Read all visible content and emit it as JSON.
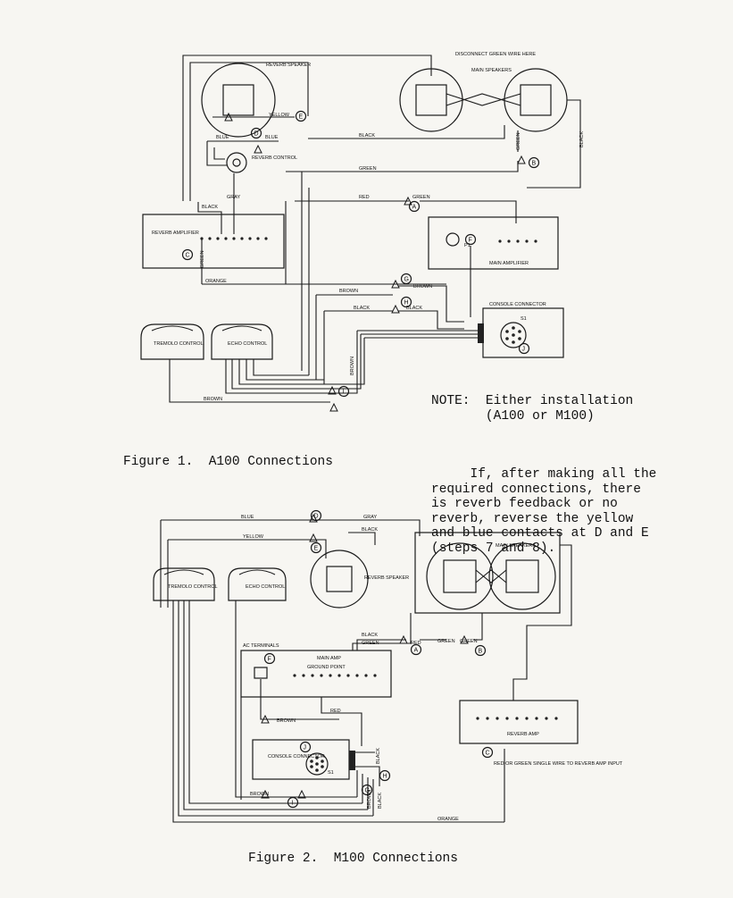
{
  "figure1": {
    "caption": "Figure 1.  A100 Connections",
    "labels": {
      "reverb_speaker": "REVERB SPEAKER",
      "yellow": "YELLOW",
      "blue1": "BLUE",
      "blue2": "BLUE",
      "reverb_control": "REVERB CONTROL",
      "black1": "BLACK",
      "gray": "GRAY",
      "reverb_amplifier": "REVERB AMPLIFIER",
      "green_v": "GREEN",
      "orange": "ORANGE",
      "black_top": "BLACK",
      "green_mid": "GREEN",
      "red": "RED",
      "green_a": "GREEN",
      "disconnect": "DISCONNECT GREEN WIRE HERE",
      "main_speakers": "MAIN SPEAKERS",
      "green_b": "GREEN",
      "black_b": "BLACK",
      "main_amplifier": "MAIN AMPLIFIER",
      "brown1": "BROWN",
      "brown2": "BROWN",
      "black_h1": "BLACK",
      "black_h2": "BLACK",
      "console_connector": "CONSOLE CONNECTOR",
      "s1": "S1",
      "tremolo_control": "TREMOLO CONTROL",
      "echo_control": "ECHO CONTROL",
      "brown_bottom": "BROWN",
      "brown_vert": "BROWN",
      "p1": "P1"
    },
    "markers": [
      "A",
      "B",
      "C",
      "D",
      "E",
      "F",
      "G",
      "H",
      "I",
      "J"
    ]
  },
  "figure2": {
    "caption": "Figure 2.  M100 Connections",
    "labels": {
      "blue": "BLUE",
      "gray": "GRAY",
      "yellow": "YELLOW",
      "black": "BLACK",
      "reverb_speaker": "REVERB SPEAKER",
      "main_speakers": "MAIN SPEAKERS",
      "tremolo_control": "TREMOLO CONTROL",
      "echo_control": "ECHO CONTROL",
      "ac_terminals": "AC TERMINALS",
      "main_amp": "MAIN AMP",
      "ground_point": "GROUND POINT",
      "black2": "BLACK",
      "green": "GREEN",
      "red": "RED",
      "green_b1": "GREEN",
      "green_b2": "GREEN",
      "brown": "BROWN",
      "red2": "RED",
      "reverb_amp": "REVERB AMP",
      "red_or_green": "RED OR GREEN SINGLE WIRE TO REVERB AMP INPUT",
      "console_connector": "CONSOLE CONNECTOR",
      "s1": "S1",
      "brown_l": "BROWN",
      "brown_h": "BROWN",
      "black_h": "BLACK",
      "black_v": "BLACK",
      "orange": "ORANGE"
    },
    "markers": [
      "A",
      "B",
      "C",
      "D",
      "E",
      "F",
      "G",
      "H",
      "I",
      "J"
    ]
  },
  "note": {
    "heading": "NOTE:  Either installation\n       (A100 or M100)",
    "body": "     If, after making all the\nrequired connections, there\nis reverb feedback or no\nreverb, reverse the yellow\nand blue contacts at D and E\n(steps 7 and 8)."
  }
}
